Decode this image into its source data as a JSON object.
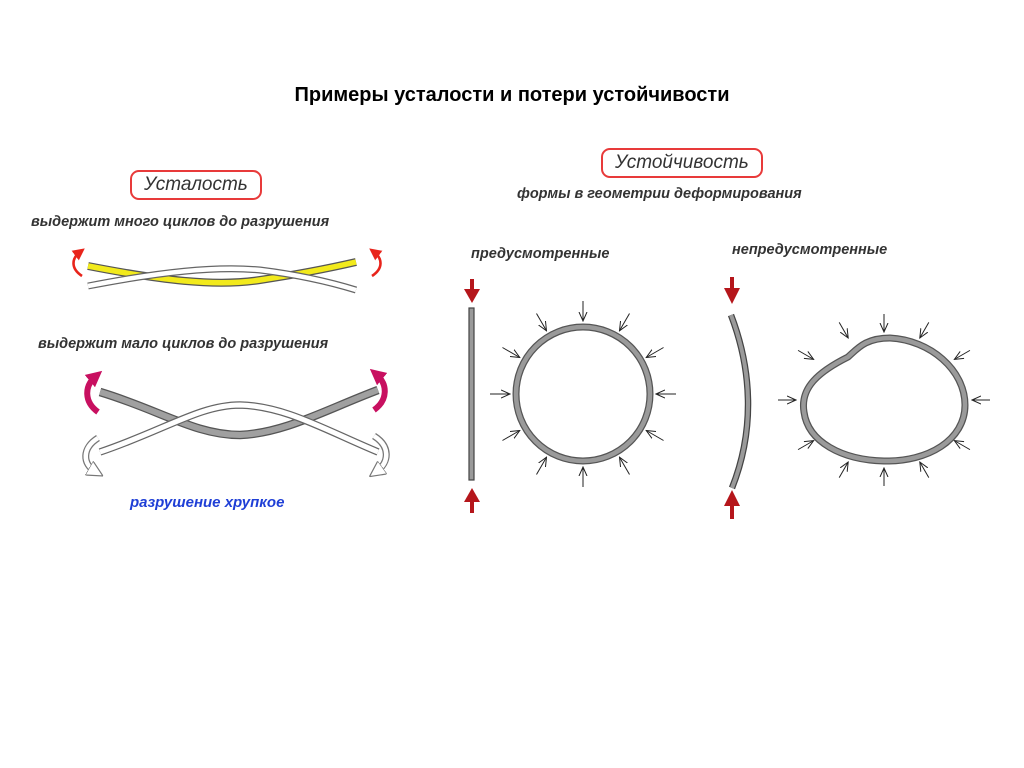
{
  "title": "Примеры усталости и потери устойчивости",
  "fatigue": {
    "label": "Усталость",
    "many_cycles": "выдержит много циклов до разрушения",
    "few_cycles": "выдержит мало циклов до разрушения",
    "brittle": "разрушение хрупкое"
  },
  "stability": {
    "label": "Устойчивость",
    "subtitle": "формы в геометрии деформирования",
    "planned": "предусмотренные",
    "unplanned": "непредусмотренные"
  },
  "colors": {
    "frame_red": "#e83a3a",
    "beam_yellow": "#f2ea1c",
    "beam_grey": "#9a9a9a",
    "arrow_red": "#e8241b",
    "arrow_magenta": "#c81060",
    "force_arrow": "#b5161b",
    "brittle_text": "#1f3fd6"
  }
}
